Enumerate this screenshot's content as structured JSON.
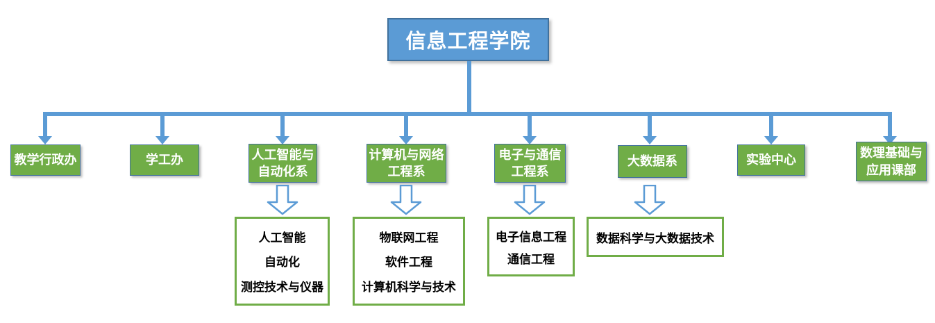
{
  "root": {
    "label": "信息工程学院"
  },
  "departments": [
    {
      "label": "教学行政办"
    },
    {
      "label": "学工办"
    },
    {
      "label": "人工智能与\n自动化系",
      "programs": [
        "人工智能",
        "自动化",
        "测控技术与仪器"
      ]
    },
    {
      "label": "计算机与网络\n工程系",
      "programs": [
        "物联网工程",
        "软件工程",
        "计算机科学与技术"
      ]
    },
    {
      "label": "电子与通信\n工程系",
      "programs": [
        "电子信息工程",
        "通信工程"
      ]
    },
    {
      "label": "大数据系",
      "programs": [
        "数据科学与大数据技术"
      ]
    },
    {
      "label": "实验中心"
    },
    {
      "label": "数理基础与\n应用课部"
    }
  ],
  "colors": {
    "node_blue_fill": "#5b9bd5",
    "node_border_blue": "#41719c",
    "node_green_fill": "#70ad47",
    "program_border_green": "#70ad47",
    "connector_blue": "#5b9bd5",
    "node_text": "#ffffff",
    "program_text": "#000000"
  }
}
